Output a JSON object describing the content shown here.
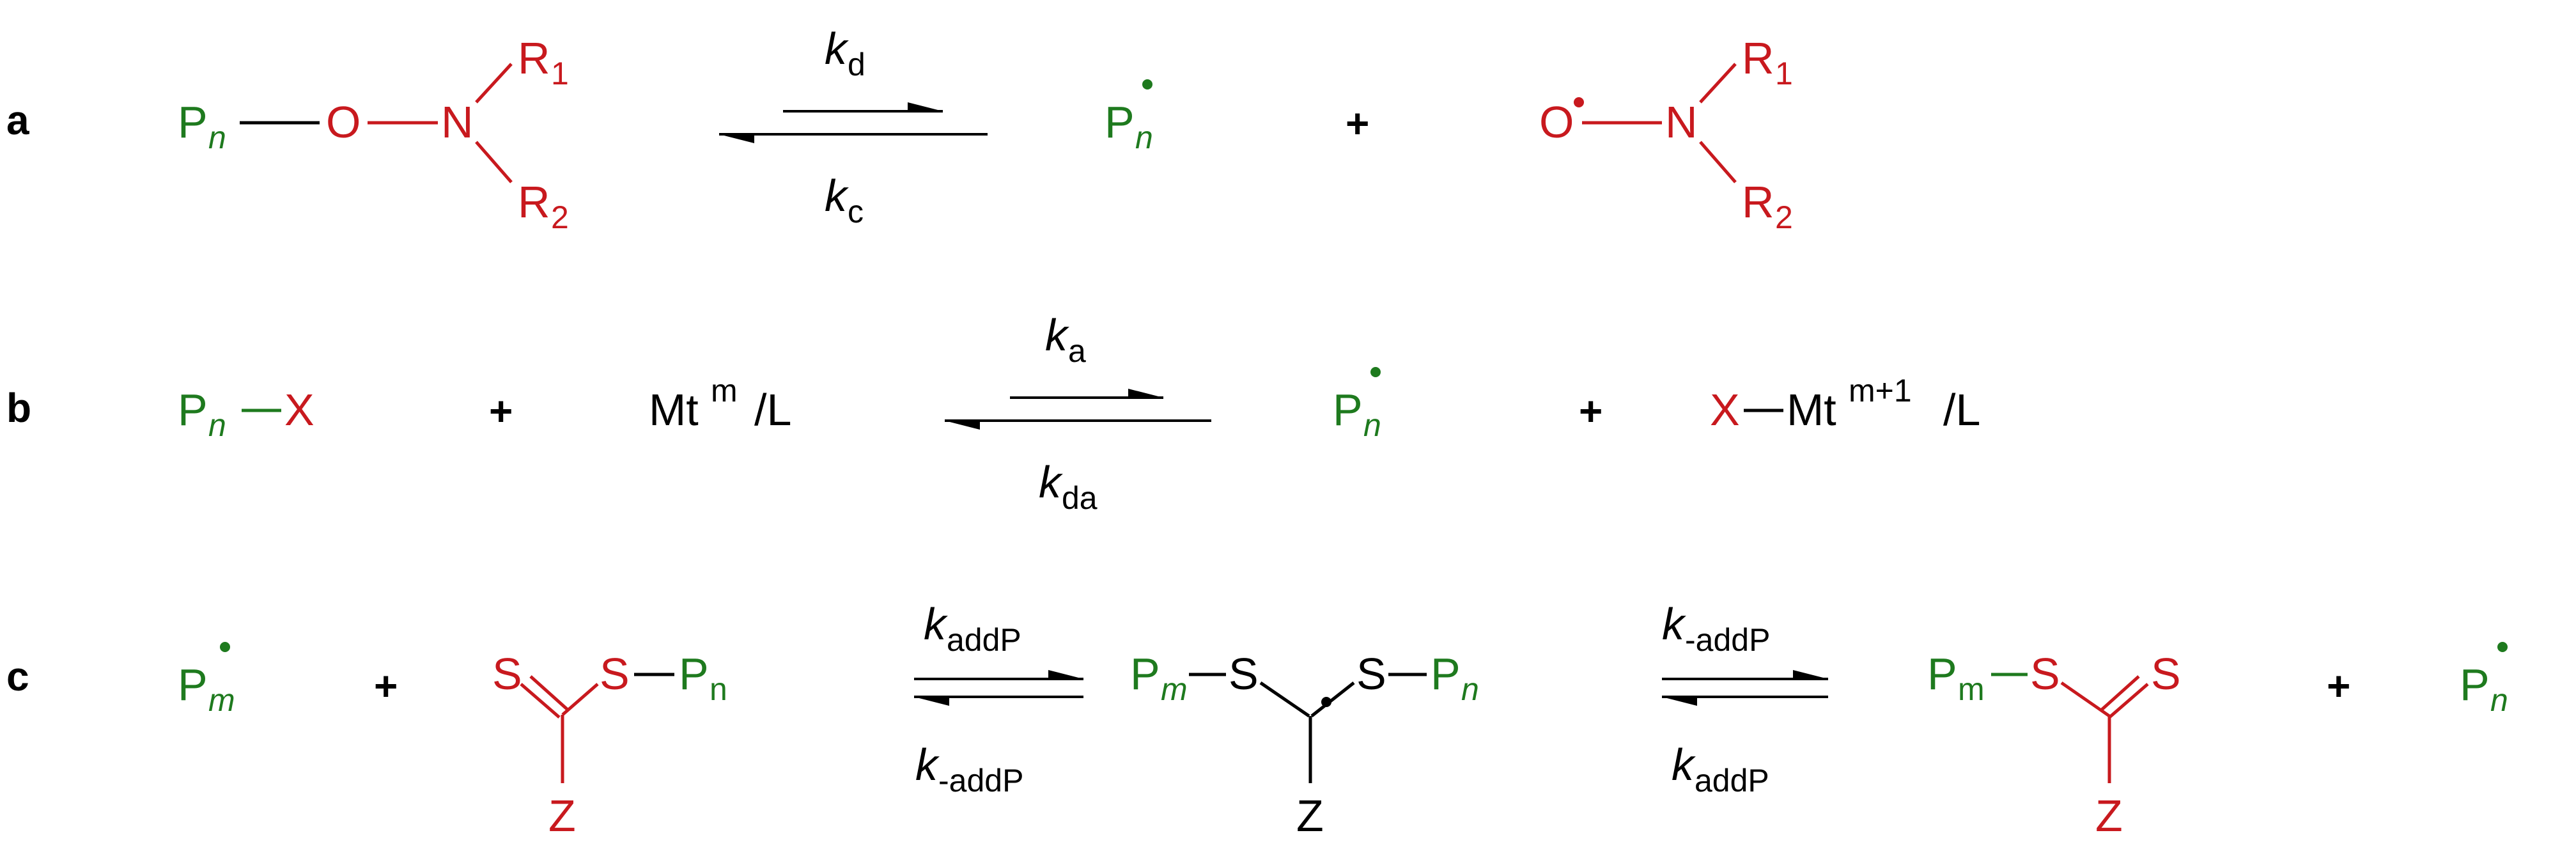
{
  "row_labels": {
    "a": "a",
    "b": "b",
    "c": "c"
  },
  "colors": {
    "polymer": "#1e7a1e",
    "agent": "#c8191e",
    "neutral": "#000000"
  },
  "a": {
    "Pn_left": {
      "P": "P",
      "n": "n"
    },
    "O": "O",
    "N": "N",
    "R1": {
      "R": "R",
      "sub": "1"
    },
    "R2": {
      "R": "R",
      "sub": "2"
    },
    "k_forward": {
      "k": "k",
      "sub": "d"
    },
    "k_reverse": {
      "k": "k",
      "sub": "c"
    },
    "Pn_radical": {
      "P": "P",
      "n": "n"
    },
    "plus": "+",
    "O_radical": "O",
    "N_right": "N",
    "R1_right": {
      "R": "R",
      "sub": "1"
    },
    "R2_right": {
      "R": "R",
      "sub": "2"
    }
  },
  "b": {
    "Pn_left": {
      "P": "P",
      "n": "n"
    },
    "X_left": "X",
    "plus1": "+",
    "metal": {
      "Mt": "Mt",
      "sup": "m",
      "L": "/L"
    },
    "k_forward": {
      "k": "k",
      "sub": "a"
    },
    "k_reverse": {
      "k": "k",
      "sub": "da"
    },
    "Pn_radical": {
      "P": "P",
      "n": "n"
    },
    "plus2": "+",
    "X_right": "X",
    "metal_right": {
      "Mt": "Mt",
      "sup": "m+1",
      "L": "/L"
    }
  },
  "c": {
    "Pm_radical": {
      "P": "P",
      "m": "m"
    },
    "plus1": "+",
    "raft1": {
      "S_thione": "S",
      "S_thio": "S",
      "Z": "Z",
      "P": "P",
      "n": "n"
    },
    "k1_top": {
      "k": "k",
      "sub": "addP"
    },
    "k1_bottom": {
      "k": "k",
      "sub": "-addP"
    },
    "intermediate": {
      "P": "P",
      "m": "m",
      "S_left": "S",
      "S_right": "S",
      "P2": "P",
      "n": "n",
      "Z": "Z"
    },
    "k2_top": {
      "k": "k",
      "sub": "-addP"
    },
    "k2_bottom": {
      "k": "k",
      "sub": "addP"
    },
    "raft2": {
      "P": "P",
      "m": "m",
      "S_thio": "S",
      "S_thione": "S",
      "Z": "Z"
    },
    "plus2": "+",
    "Pn_radical": {
      "P": "P",
      "n": "n"
    }
  }
}
